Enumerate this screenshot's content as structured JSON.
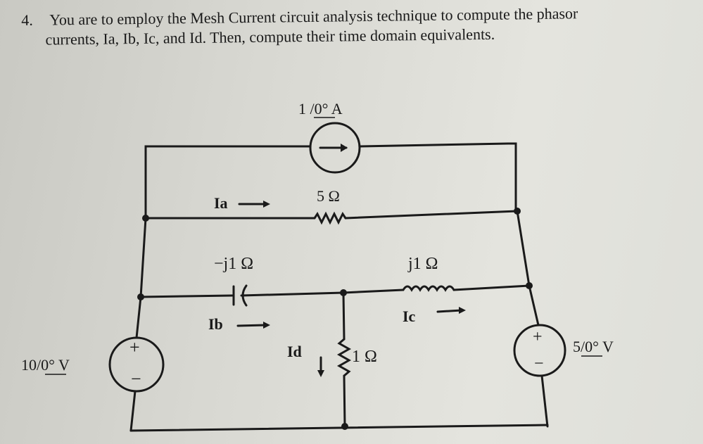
{
  "problem": {
    "number": "4.",
    "line1": "You are to employ the Mesh Current circuit analysis technique to compute the phasor",
    "line2": "currents, Ia, Ib, Ic, and Id. Then, compute their time domain equivalents."
  },
  "labels": {
    "current_source": "1 /0° A",
    "r5": "5 Ω",
    "ia": "Ia",
    "cap": "−j1 Ω",
    "ind": "j1 Ω",
    "ib": "Ib",
    "ic": "Ic",
    "id": "Id",
    "r1": "1 Ω",
    "vs_left": "10/0° V",
    "vs_right": "5/0° V",
    "plus_left": "+",
    "minus_left": "−",
    "plus_right": "+",
    "minus_right": "−"
  }
}
